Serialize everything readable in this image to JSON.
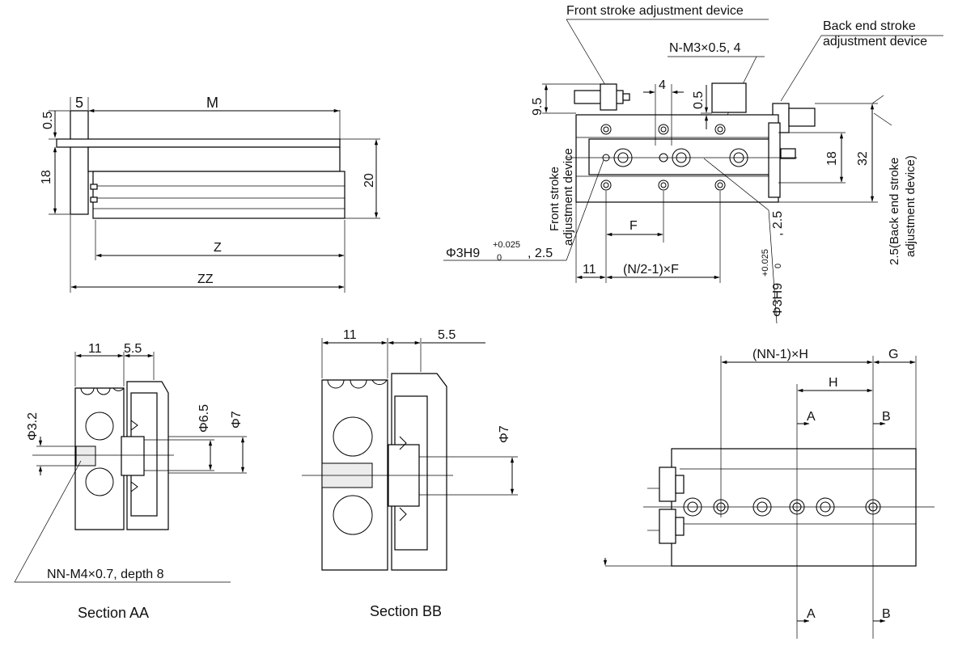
{
  "labels": {
    "top_left": {
      "dim_5": "5",
      "dim_0_5": "0.5",
      "dim_M": "M",
      "dim_18": "18",
      "dim_20": "20",
      "dim_Z": "Z",
      "dim_ZZ": "ZZ"
    },
    "top_right": {
      "front_device": "Front stroke adjustment device",
      "back_device_l1": "Back end stroke",
      "back_device_l2": "adjustment device",
      "n_m3": "N-M3×0.5, 4",
      "dim_4": "4",
      "dim_0_5": "0.5",
      "dim_9_5": "9.5",
      "front_vert_l1": "Front stroke",
      "front_vert_l2": "adjustment device",
      "dim_18": "18",
      "dim_32": "32",
      "back_vert_l1": "2.5(Back end stroke",
      "back_vert_l2": "adjustment device)",
      "dim_F": "F",
      "phi3h9_main": "Φ3H9",
      "phi3h9_sup": "+0.025",
      "phi3h9_sub": "0",
      "phi3h9_tail": ", 2.5",
      "dim_11": "11",
      "dim_n2f": "(N/2-1)×F",
      "vert_phi3h9_main": "Φ3H9",
      "vert_tail": ", 2.5"
    },
    "section_aa": {
      "dim_11": "11",
      "dim_5_5": "5.5",
      "phi3_2": "Φ3.2",
      "phi6_5": "Φ6.5",
      "phi7": "Φ7",
      "nn_m4": "NN-M4×0.7, depth 8",
      "caption": "Section AA"
    },
    "section_bb": {
      "dim_11": "11",
      "dim_5_5": "5.5",
      "phi7": "Φ7",
      "caption": "Section BB"
    },
    "bottom_right": {
      "dim_nnh": "(NN-1)×H",
      "dim_G": "G",
      "dim_H": "H",
      "A_top": "A",
      "B_top": "B",
      "A_bot": "A",
      "B_bot": "B"
    }
  }
}
